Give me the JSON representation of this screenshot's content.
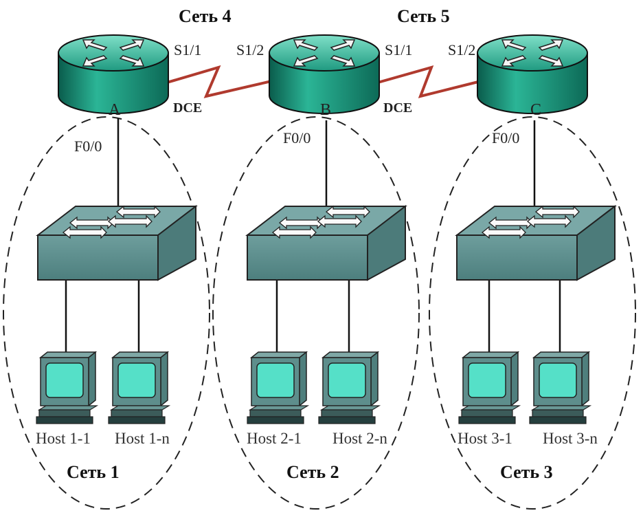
{
  "networks": {
    "net4": "Сеть 4",
    "net5": "Сеть 5",
    "net1": "Сеть 1",
    "net2": "Сеть 2",
    "net3": "Сеть 3"
  },
  "routers": {
    "a": {
      "name": "A",
      "lan_port": "F0/0"
    },
    "b": {
      "name": "B",
      "lan_port": "F0/0"
    },
    "c": {
      "name": "C",
      "lan_port": "F0/0"
    }
  },
  "links": {
    "ab": {
      "left_port": "S1/1",
      "right_port": "S1/2",
      "dce": "DCE"
    },
    "bc": {
      "left_port": "S1/1",
      "right_port": "S1/2",
      "dce": "DCE"
    }
  },
  "hosts": {
    "h11": "Host 1-1",
    "h1n": "Host 1-n",
    "h21": "Host 2-1",
    "h2n": "Host 2-n",
    "h31": "Host 3-1",
    "h3n": "Host 3-n"
  },
  "colors": {
    "router_top": "#2fa88e",
    "router_side": "#0e7a66",
    "switch_top": "#6fa0a0",
    "switch_side": "#4f8585",
    "monitor": "#4fd3c0",
    "serial_link": "#b03a2e"
  },
  "icons": [
    "router-icon",
    "switch-icon",
    "computer-icon"
  ]
}
